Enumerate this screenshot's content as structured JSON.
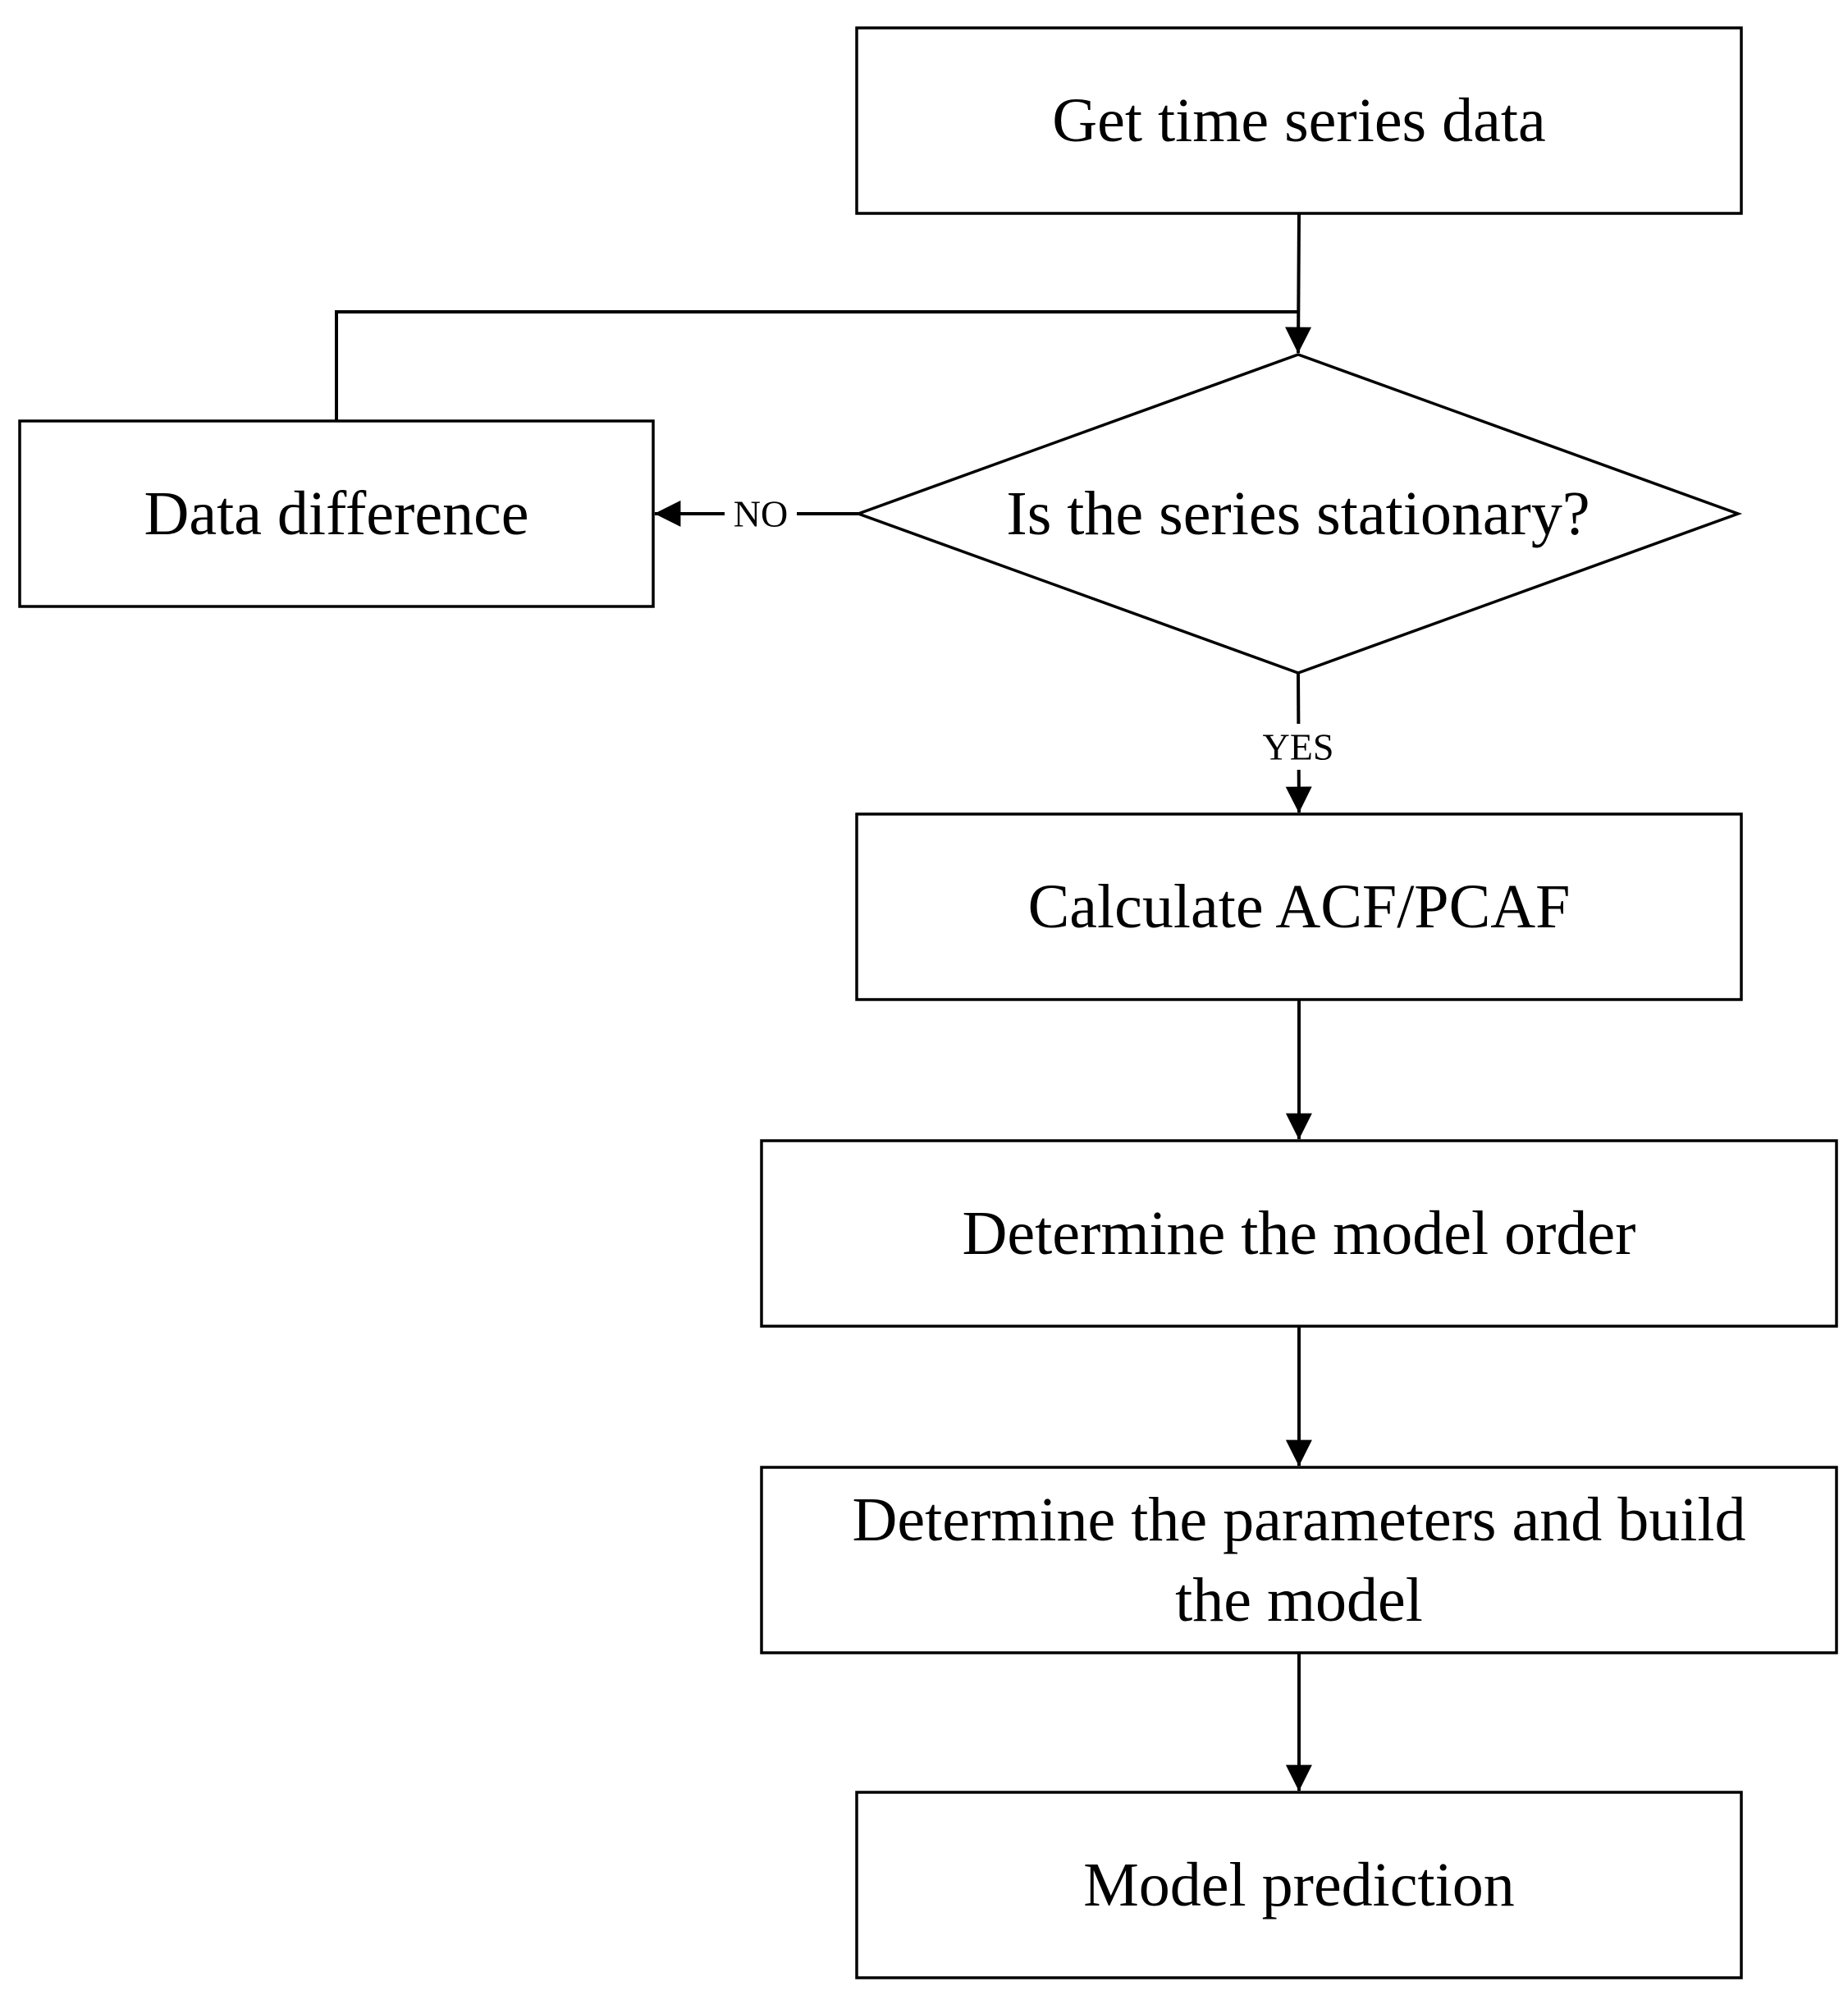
{
  "diagram": {
    "nodes": [
      {
        "id": "get-data",
        "shape": "rect",
        "lines": [
          "Get time series data"
        ]
      },
      {
        "id": "stationary-check",
        "shape": "diamond",
        "lines": [
          "Is the series stationary?"
        ]
      },
      {
        "id": "data-difference",
        "shape": "rect",
        "lines": [
          "Data difference"
        ]
      },
      {
        "id": "calculate-acf",
        "shape": "rect",
        "lines": [
          "Calculate ACF/PCAF"
        ]
      },
      {
        "id": "model-order",
        "shape": "rect",
        "lines": [
          "Determine the model order"
        ]
      },
      {
        "id": "build-model",
        "shape": "rect",
        "lines": [
          "Determine the parameters and build",
          "the model"
        ]
      },
      {
        "id": "model-prediction",
        "shape": "rect",
        "lines": [
          "Model prediction"
        ]
      }
    ],
    "edges": [
      {
        "from": "get-data",
        "to": "stationary-check",
        "label": ""
      },
      {
        "from": "stationary-check",
        "to": "data-difference",
        "label": "NO"
      },
      {
        "from": "data-difference",
        "to": "stationary-check",
        "label": ""
      },
      {
        "from": "stationary-check",
        "to": "calculate-acf",
        "label": "YES"
      },
      {
        "from": "calculate-acf",
        "to": "model-order",
        "label": ""
      },
      {
        "from": "model-order",
        "to": "build-model",
        "label": ""
      },
      {
        "from": "build-model",
        "to": "model-prediction",
        "label": ""
      }
    ],
    "colors": {
      "stroke": "#000000",
      "fill": "#ffffff",
      "text": "#000000"
    }
  }
}
